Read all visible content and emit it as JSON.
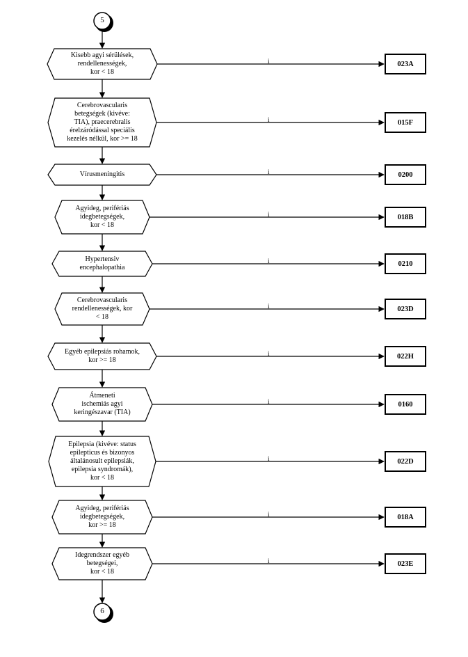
{
  "connectors": {
    "start": "5",
    "end": "6"
  },
  "edge_label": "i",
  "nodes": [
    {
      "id": "n1",
      "text": "Kisebb agyi sérülések,\nrendellenességek,\nkor < 18",
      "code": "023A"
    },
    {
      "id": "n2",
      "text": "Cerebrovascularis\nbetegségek (kivéve:\nTIA), praecerebralis\nérelzáródással speciális\nkezelés nélkül, kor >= 18",
      "code": "015F"
    },
    {
      "id": "n3",
      "text": "Vírusmeningitis",
      "code": "0200"
    },
    {
      "id": "n4",
      "text": "Agyideg, perifériás\nidegbetegségek,\nkor < 18",
      "code": "018B"
    },
    {
      "id": "n5",
      "text": "Hypertensiv\nencephalopathia",
      "code": "0210"
    },
    {
      "id": "n6",
      "text": "Cerebrovascularis\nrendellenességek, kor\n< 18",
      "code": "023D"
    },
    {
      "id": "n7",
      "text": "Egyéb epilepsiás rohamok,\nkor >= 18",
      "code": "022H"
    },
    {
      "id": "n8",
      "text": "Átmeneti\nischemiás agyi\nkeringészavar (TIA)",
      "code": "0160"
    },
    {
      "id": "n9",
      "text": "Epilepsia (kivéve: status\nepilepticus és bizonyos\náltalánosult epilepsiák,\nepilepsia syndromák),\nkor < 18",
      "code": "022D"
    },
    {
      "id": "n10",
      "text": "Agyideg, perifériás\nidegbetegségek,\nkor >= 18",
      "code": "018A"
    },
    {
      "id": "n11",
      "text": "Idegrendszer egyéb\nbetegségei,\nkor < 18",
      "code": "023E"
    }
  ]
}
